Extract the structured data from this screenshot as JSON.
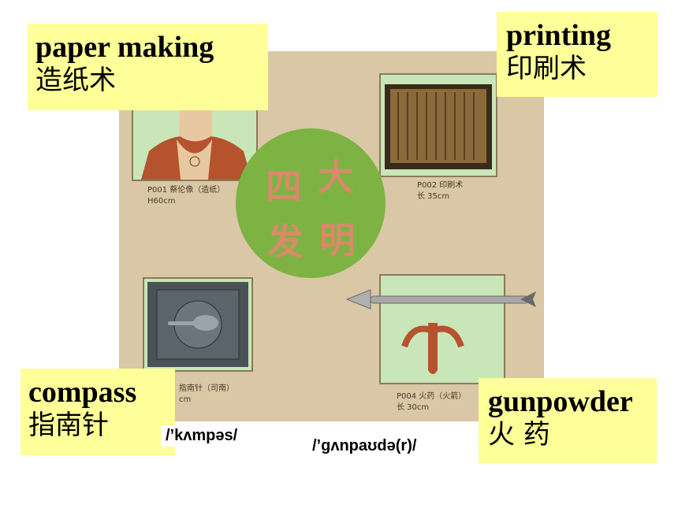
{
  "center": {
    "chars": [
      "四",
      "大",
      "发",
      "明"
    ]
  },
  "captions": {
    "paper": "P001 蔡伦像（造纸）\nH60cm",
    "printing": "P002 印刷术\n长 35cm",
    "compass": "指南针（司南）\ncm",
    "gunpowder": "P004 火药（火箭）\n长 30cm"
  },
  "labels": {
    "paper": {
      "en": "paper making",
      "zh": "造纸术"
    },
    "printing": {
      "en": "printing",
      "zh": "印刷术"
    },
    "compass": {
      "en": "compass",
      "zh": "指南针"
    },
    "gunpowder": {
      "en": "gunpowder",
      "zh": "火  药"
    }
  },
  "phonetics": {
    "compass": "/’kʌmpəs/",
    "gunpowder": "/’gʌnpaʊdə(r)/"
  }
}
